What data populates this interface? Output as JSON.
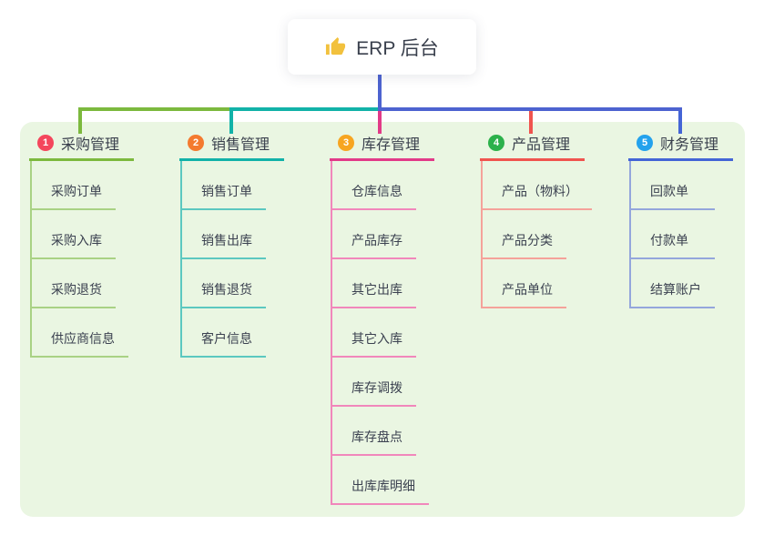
{
  "root": {
    "title": "ERP 后台",
    "icon": "thumbs-up-icon",
    "icon_color": "#f2c13d"
  },
  "colors": {
    "stem_line": "#4d63d0",
    "panel_bg": "#eaf6e2",
    "card_bg": "#ffffff"
  },
  "branches": [
    {
      "num": "1",
      "label": "采购管理",
      "badge_color": "#f4465c",
      "line_color": "#7cb93e",
      "sub_color": "#a9d284",
      "children": [
        "采购订单",
        "采购入库",
        "采购退货",
        "供应商信息"
      ]
    },
    {
      "num": "2",
      "label": "销售管理",
      "badge_color": "#f47a2f",
      "line_color": "#12b2a8",
      "sub_color": "#5cc8c0",
      "children": [
        "销售订单",
        "销售出库",
        "销售退货",
        "客户信息"
      ]
    },
    {
      "num": "3",
      "label": "库存管理",
      "badge_color": "#f7a521",
      "line_color": "#e23a88",
      "sub_color": "#f187bb",
      "children": [
        "仓库信息",
        "产品库存",
        "其它出库",
        "其它入库",
        "库存调拨",
        "库存盘点",
        "出库库明细"
      ]
    },
    {
      "num": "4",
      "label": "产品管理",
      "badge_color": "#2cb14b",
      "line_color": "#f0544f",
      "sub_color": "#f5a29a",
      "children": [
        "产品（物料）",
        "产品分类",
        "产品单位"
      ]
    },
    {
      "num": "5",
      "label": "财务管理",
      "badge_color": "#24a2ed",
      "line_color": "#4465d6",
      "sub_color": "#94a6dc",
      "children": [
        "回款单",
        "付款单",
        "结算账户"
      ]
    }
  ]
}
